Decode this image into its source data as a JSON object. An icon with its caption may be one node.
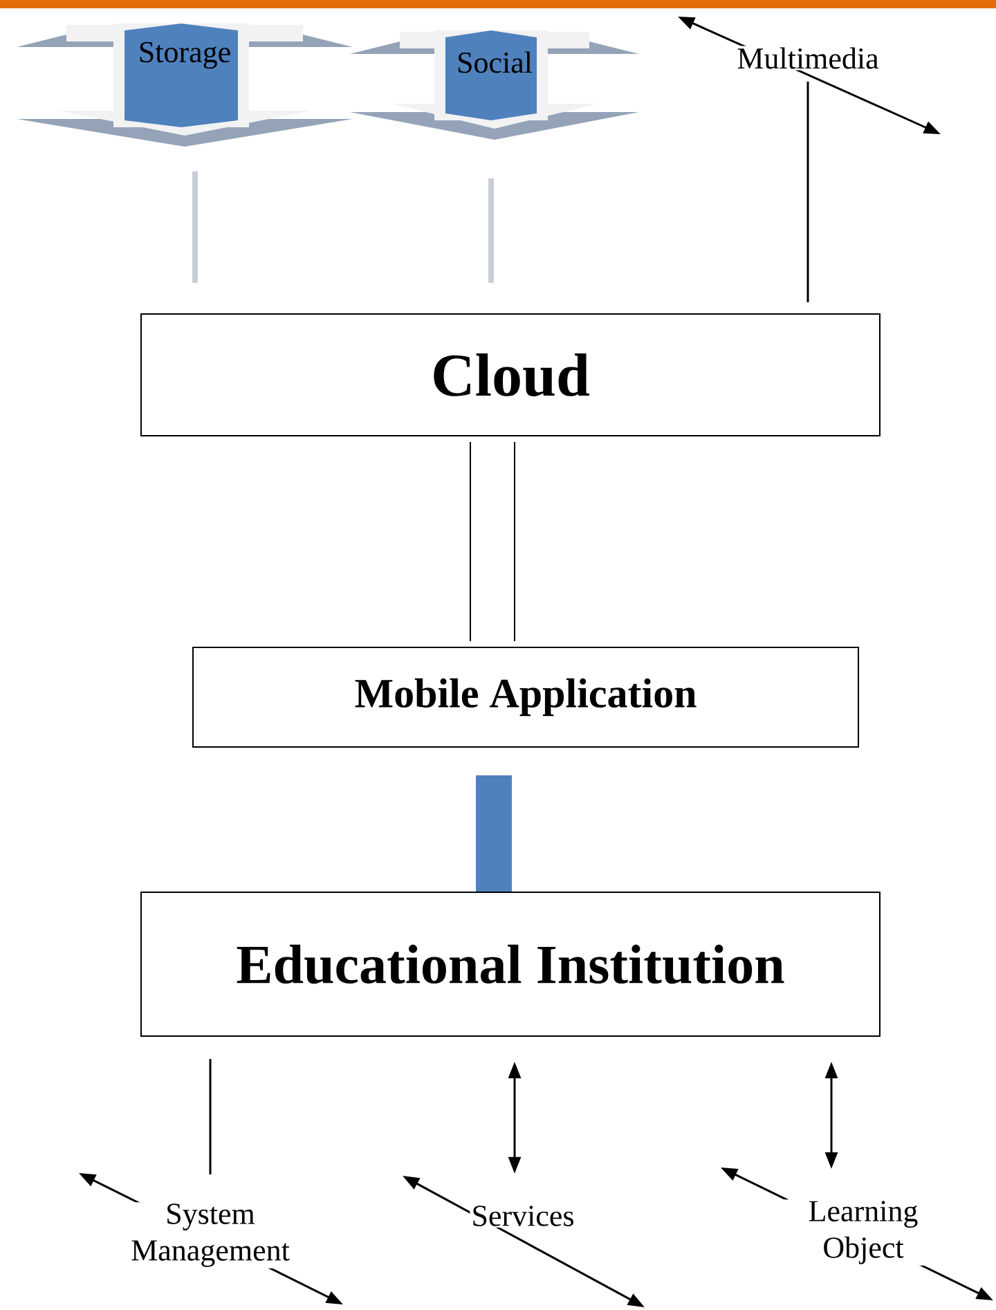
{
  "diagram": {
    "nodes": [
      {
        "text": [
          "Storage"
        ]
      },
      {
        "text": [
          "Social"
        ]
      },
      {
        "text": [
          "Multimedia"
        ]
      },
      {
        "text": [
          "Cloud"
        ]
      },
      {
        "text": [
          "Mobile Application"
        ]
      },
      {
        "text": [
          "Educational Institution"
        ]
      },
      {
        "text": [
          "System Management"
        ]
      },
      {
        "text": [
          "Services"
        ]
      },
      {
        "text": [
          "Learning Object"
        ]
      }
    ],
    "edges": [
      {
        "from": 0,
        "to": 3,
        "arrow": "none",
        "style": "thick",
        "color": "#c9ced6"
      },
      {
        "from": 1,
        "to": 3,
        "arrow": "none",
        "style": "thick",
        "color": "#c9ced6"
      },
      {
        "from": 2,
        "to": 3,
        "arrow": "none"
      },
      {
        "from": 3,
        "to": 4,
        "arrow": "none",
        "style": "thick"
      },
      {
        "from": 4,
        "to": 5,
        "arrow": "none",
        "style": "thick",
        "color": "#4f81bd"
      },
      {
        "from": 5,
        "to": 6,
        "arrow": "none"
      },
      {
        "from": 5,
        "to": 7,
        "arrow": "both"
      },
      {
        "from": 5,
        "to": 8,
        "arrow": "both"
      }
    ]
  }
}
